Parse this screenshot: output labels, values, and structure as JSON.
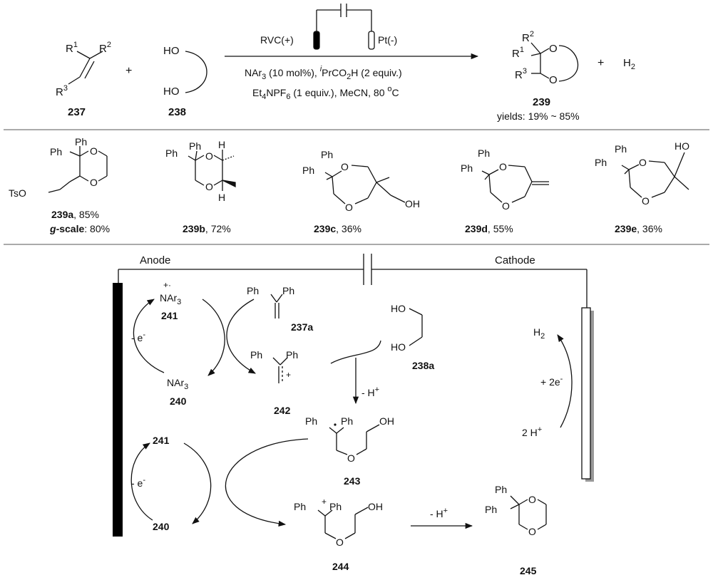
{
  "colors": {
    "ink": "#111111",
    "electrode": "#000000",
    "cathode_shadow": "#999999"
  },
  "scheme": {
    "reactant_237": {
      "r1": "R",
      "r1_sup": "1",
      "r2": "R",
      "r2_sup": "2",
      "r3": "R",
      "r3_sup": "3",
      "label": "237"
    },
    "plus_1": "+",
    "reactant_238": {
      "oh_top": "HO",
      "oh_bottom": "HO",
      "label": "238"
    },
    "conditions": {
      "anode": "RVC(+)",
      "cathode": "Pt(-)",
      "line1_a": "NAr",
      "line1_a_sub": "3",
      "line1_b": " (10 mol%), ",
      "line1_c_sup": "i",
      "line1_d": "PrCO",
      "line1_d_sub": "2",
      "line1_e": "H (2 equiv.)",
      "line2_a": "Et",
      "line2_a_sub": "4",
      "line2_b": "NPF",
      "line2_b_sub": "6",
      "line2_c": " (1 equiv.), MeCN, 80 ",
      "line2_d_sup": "o",
      "line2_e": "C"
    },
    "product_239": {
      "r1": "R",
      "r1_sup": "1",
      "r2": "R",
      "r2_sup": "2",
      "r3": "R",
      "r3_sup": "3",
      "o": "O",
      "label": "239",
      "yields": "yields: 19% ~ 85%"
    },
    "plus_2": "+",
    "h2": "H",
    "h2_sub": "2"
  },
  "examples": [
    {
      "id": "239a",
      "yield": ", 85%",
      "extra_bold": "g",
      "extra_rest": "-scale",
      "extra_value": ": 80%",
      "ph": "Ph",
      "o": "O",
      "tso": "TsO"
    },
    {
      "id": "239b",
      "yield": ", 72%",
      "ph": "Ph",
      "o": "O",
      "h": "H"
    },
    {
      "id": "239c",
      "yield": ", 36%",
      "ph": "Ph",
      "o": "O",
      "oh": "OH"
    },
    {
      "id": "239d",
      "yield": ", 55%",
      "ph": "Ph",
      "o": "O"
    },
    {
      "id": "239e",
      "yield": ", 36%",
      "ph": "Ph",
      "o": "O",
      "ho": "HO"
    }
  ],
  "mechanism": {
    "anode_label": "Anode",
    "cathode_label": "Cathode",
    "radical_cation_mark": "+·",
    "nar3": "NAr",
    "nar3_sub": "3",
    "c241": "241",
    "c240": "240",
    "minus_e": "- e",
    "minus_e_sup": "-",
    "ph": "Ph",
    "c237a": "237a",
    "ho": "HO",
    "c238a": "238a",
    "c242": "242",
    "cation_mark": "+",
    "minus_h": "- H",
    "minus_h_sup": "+",
    "oh": "OH",
    "o": "O",
    "c243": "243",
    "c244": "244",
    "c245": "245",
    "h2": "H",
    "h2_sub": "2",
    "plus_2e": "+ 2e",
    "plus_2e_sup": "-",
    "two_h": "2 H",
    "two_h_sup": "+"
  }
}
